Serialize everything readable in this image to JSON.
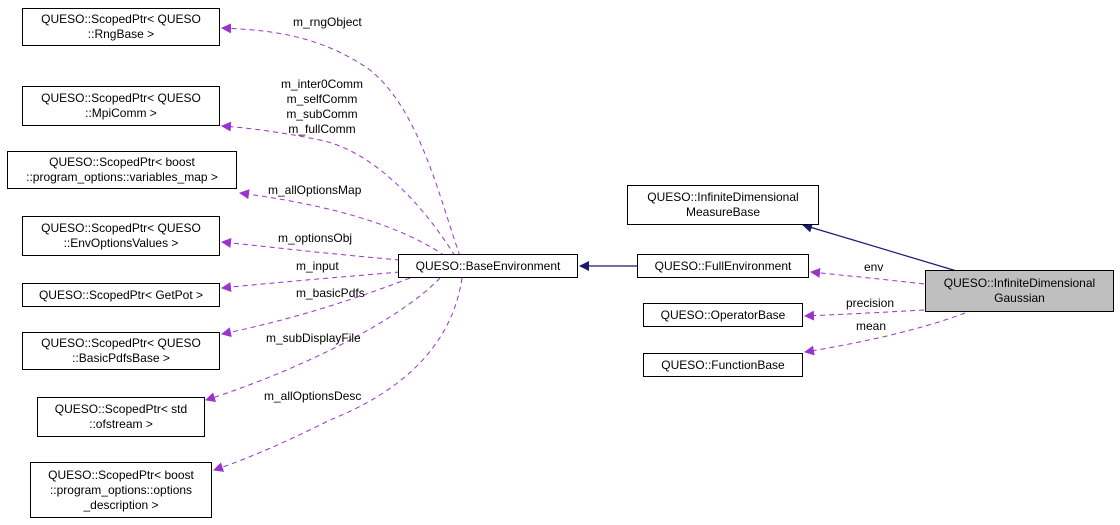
{
  "nodes": {
    "scoped_rng": "QUESO::ScopedPtr< QUESO\n::RngBase >",
    "scoped_mpi": "QUESO::ScopedPtr< QUESO\n::MpiComm >",
    "scoped_varmap": "QUESO::ScopedPtr< boost\n::program_options::variables_map >",
    "scoped_envopts": "QUESO::ScopedPtr< QUESO\n::EnvOptionsValues >",
    "scoped_getpot": "QUESO::ScopedPtr< GetPot >",
    "scoped_pdfs": "QUESO::ScopedPtr< QUESO\n::BasicPdfsBase >",
    "scoped_ofstream": "QUESO::ScopedPtr< std\n::ofstream >",
    "scoped_optdesc": "QUESO::ScopedPtr< boost\n::program_options::options\n_description >",
    "base_env": "QUESO::BaseEnvironment",
    "full_env": "QUESO::FullEnvironment",
    "inf_measure": "QUESO::InfiniteDimensional\nMeasureBase",
    "operator_base": "QUESO::OperatorBase",
    "function_base": "QUESO::FunctionBase",
    "inf_gaussian": "QUESO::InfiniteDimensional\nGaussian"
  },
  "edge_labels": {
    "rng": "m_rngObject",
    "mpi": "m_inter0Comm\nm_selfComm\nm_subComm\nm_fullComm",
    "varmap": "m_allOptionsMap",
    "envopts": "m_optionsObj",
    "getpot": "m_input",
    "pdfs": "m_basicPdfs",
    "ofstream": "m_subDisplayFile",
    "optdesc": "m_allOptionsDesc",
    "env": "env",
    "precision": "precision",
    "mean": "mean"
  },
  "colors": {
    "usage_edge": "#9a32cd",
    "inheritance_edge": "#191970",
    "main_node_fill": "#bfbfbf"
  }
}
